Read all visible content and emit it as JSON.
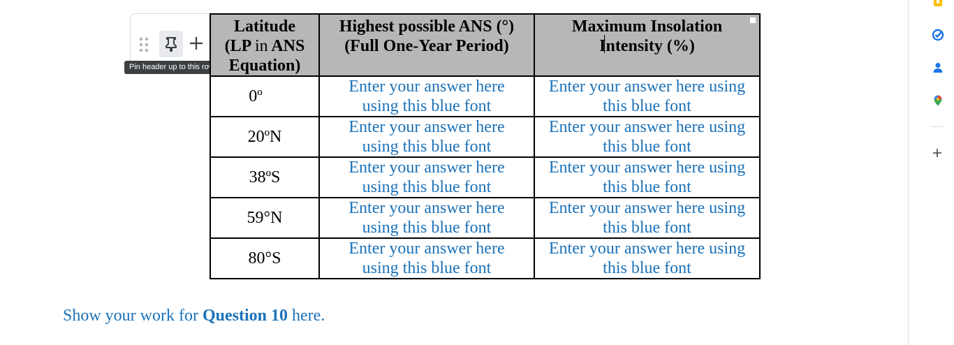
{
  "row_controls": {
    "pin_tooltip": "Pin header up to this row"
  },
  "table": {
    "headers": {
      "latitude_line1": "Latitude",
      "latitude_line2_a": "(LP ",
      "latitude_line2_b": "in",
      "latitude_line2_c": " ANS",
      "latitude_line3": "Equation)",
      "ans": "Highest possible ANS (°) (Full One-Year Period)",
      "insolation": "Maximum Insolation Intensity (%)"
    },
    "rows": [
      {
        "latitude": "0º",
        "ans": "Enter your answer here using this blue font",
        "insolation": "Enter your answer here using this blue font"
      },
      {
        "latitude": "20ºN",
        "ans": "Enter your answer here using this blue font",
        "insolation": "Enter your answer here using this blue font"
      },
      {
        "latitude": "38ºS",
        "ans": "Enter your answer here using this blue font",
        "insolation": "Enter your answer here using this blue font"
      },
      {
        "latitude": "59°N",
        "ans": "Enter your answer here using this blue font",
        "insolation": "Enter your answer here using this blue font"
      },
      {
        "latitude": "80°S",
        "ans": "Enter your answer here using this blue font",
        "insolation": "Enter your answer here using this blue font"
      }
    ]
  },
  "work_prompt": {
    "before": "Show your work for ",
    "question": "Question 10",
    "after": " here."
  },
  "side_panel": {
    "icons": [
      "keep-icon",
      "tasks-icon",
      "contacts-icon",
      "maps-icon",
      "add-icon"
    ]
  },
  "colors": {
    "answer_blue": "#1c72b8",
    "header_gray": "#b7b7b7"
  }
}
